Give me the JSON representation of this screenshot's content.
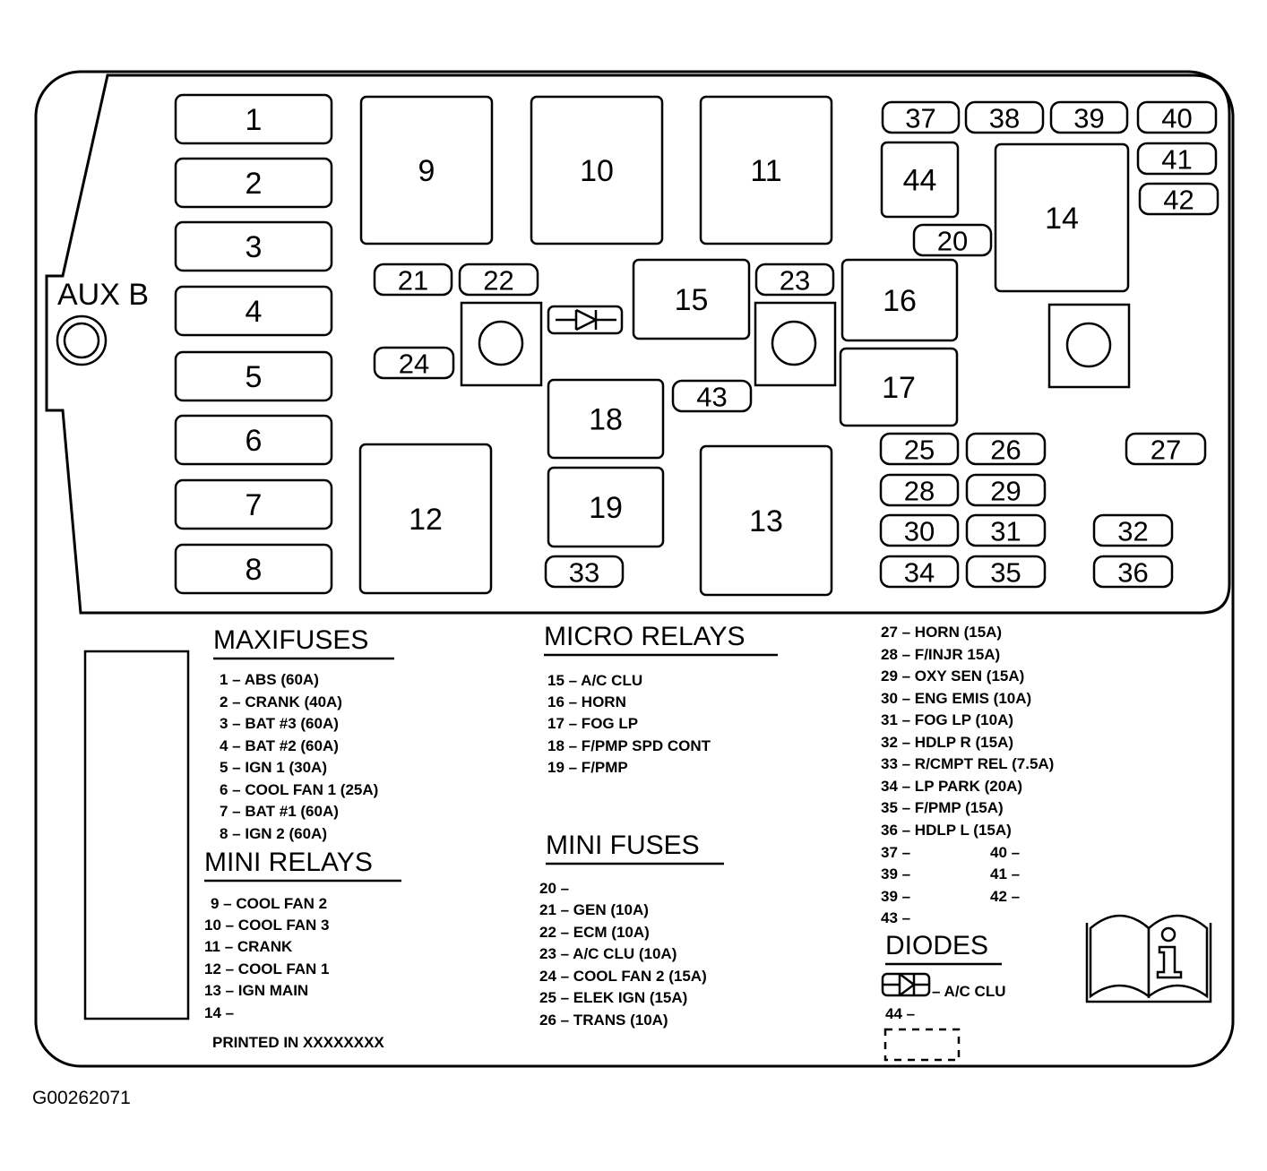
{
  "aux_label": "AUX B",
  "image_code": "G00262071",
  "printed_in": "PRINTED IN XXXXXXXX",
  "maxifuses": {
    "heading": "MAXIFUSES",
    "items": [
      "1 – ABS (60A)",
      "2 – CRANK (40A)",
      "3 – BAT #3 (60A)",
      "4 – BAT #2 (60A)",
      "5 – IGN 1 (30A)",
      "6 – COOL FAN 1 (25A)",
      "7 – BAT #1 (60A)",
      "8 – IGN 2 (60A)"
    ]
  },
  "mini_relays": {
    "heading": "MINI RELAYS",
    "items": [
      "9 – COOL FAN 2",
      "10 – COOL FAN 3",
      "11 – CRANK",
      "12 – COOL FAN 1",
      "13 – IGN MAIN",
      "14 –"
    ]
  },
  "micro_relays": {
    "heading": "MICRO RELAYS",
    "items": [
      "15 – A/C CLU",
      "16 – HORN",
      "17 – FOG LP",
      "18 – F/PMP SPD CONT",
      "19 – F/PMP"
    ]
  },
  "mini_fuses": {
    "heading": "MINI FUSES",
    "items": [
      "20 –",
      "21 – GEN (10A)",
      "22 – ECM (10A)",
      "23 – A/C CLU (10A)",
      "24 – COOL FAN 2 (15A)",
      "25 – ELEK IGN (15A)",
      "26 – TRANS (10A)"
    ]
  },
  "fuse_list_right": {
    "items": [
      "27 – HORN (15A)",
      "28 – F/INJR 15A)",
      "29 – OXY SEN (15A)",
      "30 – ENG EMIS (10A)",
      "31 – FOG LP (10A)",
      "32 – HDLP R (15A)",
      "33 – R/CMPT REL (7.5A)",
      "34 – LP PARK (20A)",
      "35 – F/PMP (15A)",
      "36 – HDLP L (15A)",
      "37 –",
      "39 –",
      "39 –",
      "43 –"
    ],
    "items_col2": [
      "40 –",
      "41 –",
      "42 –"
    ]
  },
  "diodes": {
    "heading": "DIODES",
    "items": [
      "– A/C CLU",
      "44 –"
    ]
  },
  "fuse_box": {
    "maxifuses": [
      "1",
      "2",
      "3",
      "4",
      "5",
      "6",
      "7",
      "8"
    ],
    "mini_relays": [
      "9",
      "10",
      "11",
      "12",
      "13",
      "14"
    ],
    "micro_relays": [
      "15",
      "16",
      "17",
      "18",
      "19",
      "44"
    ],
    "mini_fuses": [
      "37",
      "38",
      "39",
      "40",
      "41",
      "42",
      "20",
      "21",
      "22",
      "23",
      "24",
      "43",
      "33",
      "25",
      "26",
      "27",
      "28",
      "29",
      "30",
      "31",
      "32",
      "34",
      "35",
      "36"
    ]
  }
}
